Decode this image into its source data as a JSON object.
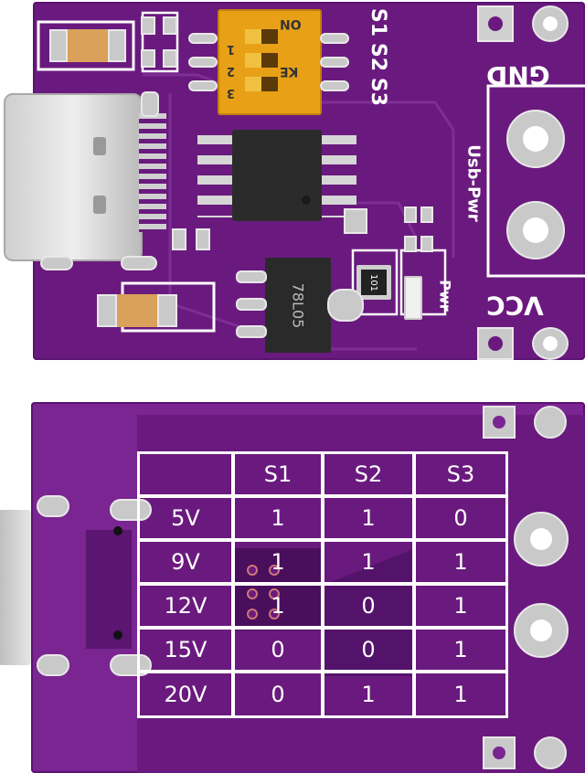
{
  "top_board": {
    "switch_on": "ON",
    "switch_ke": "KE",
    "switch_numbers": [
      "1",
      "2",
      "3"
    ],
    "switch_labels": [
      "S1",
      "S2",
      "S3"
    ],
    "gnd_label": "GND",
    "usb_pwr_label": "Usb-Pwr",
    "vcc_label": "VCC",
    "pwr_label": "Pwr",
    "regulator_text": "78L05",
    "resistor_text": "101"
  },
  "bottom_table": {
    "headers": [
      "",
      "S1",
      "S2",
      "S3"
    ],
    "rows": [
      {
        "voltage": "5V",
        "s1": "1",
        "s2": "1",
        "s3": "0"
      },
      {
        "voltage": "9V",
        "s1": "1",
        "s2": "1",
        "s3": "1"
      },
      {
        "voltage": "12V",
        "s1": "1",
        "s2": "0",
        "s3": "1"
      },
      {
        "voltage": "15V",
        "s1": "0",
        "s2": "0",
        "s3": "1"
      },
      {
        "voltage": "20V",
        "s1": "0",
        "s2": "1",
        "s3": "1"
      }
    ]
  },
  "colors": {
    "pcb": "#6a1a7e",
    "pcb_dark": "#4a0f5c",
    "silkscreen": "#ffffff",
    "switch_body": "#e8a117"
  }
}
